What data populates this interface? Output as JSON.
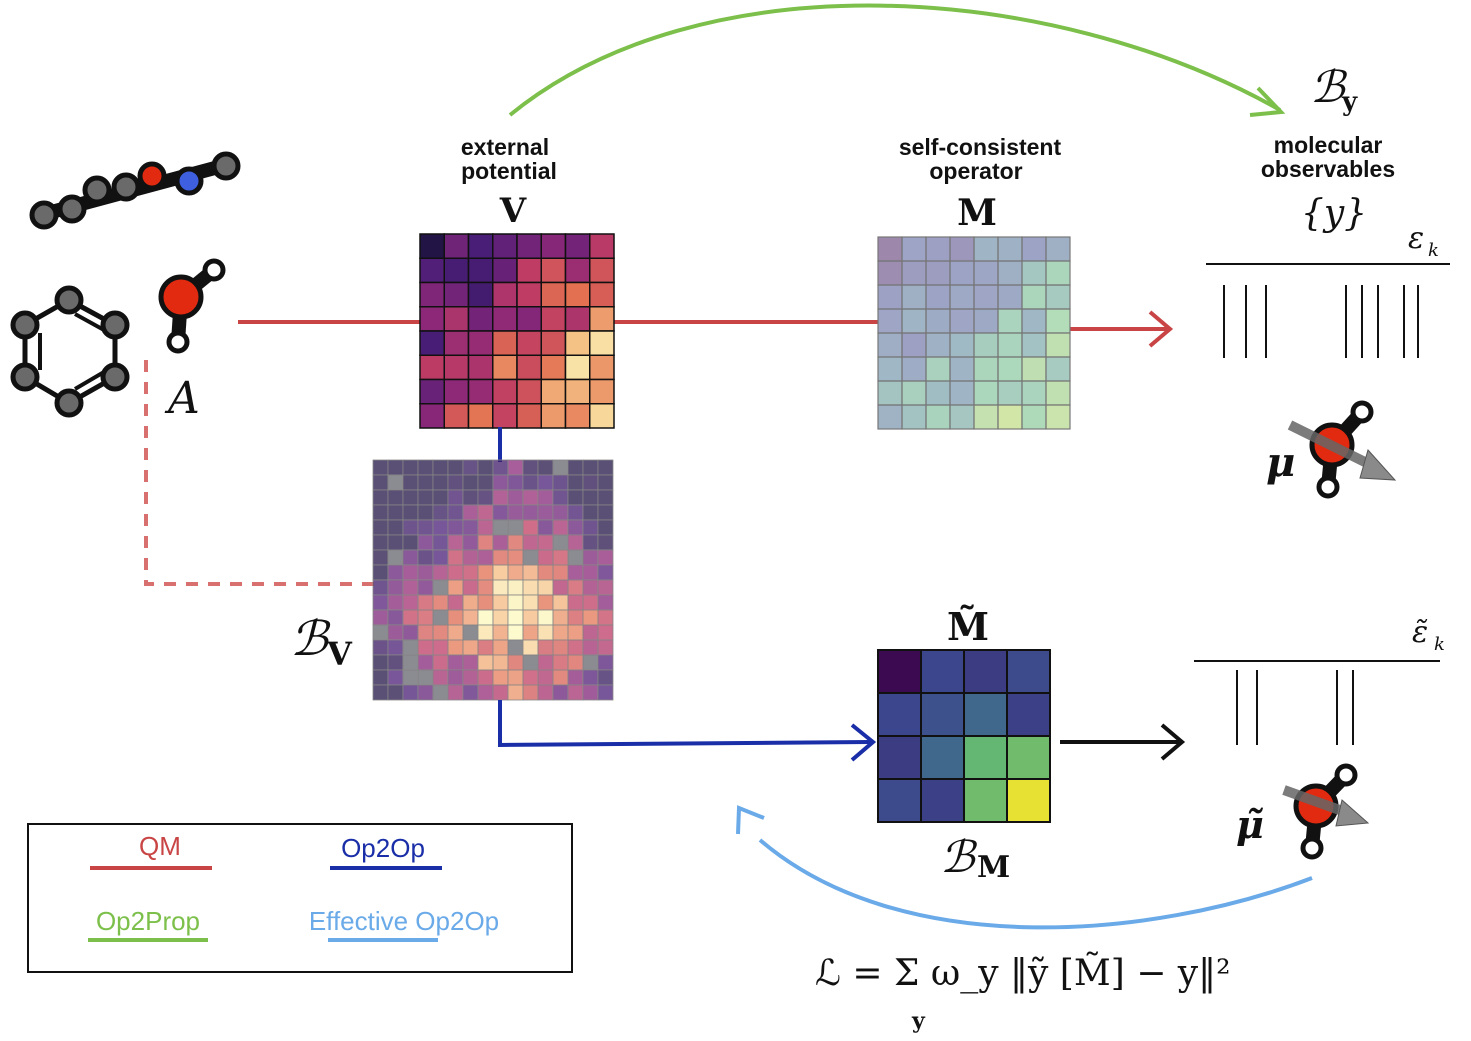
{
  "labels": {
    "external_potential_1": "external",
    "external_potential_2": "potential",
    "V": "V",
    "self_consistent_1": "self-consistent",
    "self_consistent_2": "operator",
    "M": "M",
    "molecular_obs_1": "molecular",
    "molecular_obs_2": "observables",
    "y_set": "{y}",
    "B_y": "ℬ",
    "B_y_sub": "y",
    "epsilon_k": "ε",
    "epsilon_sub": "k",
    "epsilon_tilde": "ε̃",
    "mu": "μ",
    "mu_tilde": "μ̃",
    "A": "A",
    "B_V": "ℬ",
    "B_V_sub": "V",
    "M_tilde": "M̃",
    "B_M": "ℬ",
    "B_M_sub": "M",
    "loss": "ℒ = Σ ω_y ‖ỹ [M̃] − y‖²",
    "loss_sum_index": "y"
  },
  "legend": {
    "qm": "QM",
    "op2op": "Op2Op",
    "op2prop": "Op2Prop",
    "effective_op2op": "Effective Op2Op"
  },
  "colors": {
    "qm": "#c94545",
    "op2op": "#1a2ea8",
    "op2prop": "#7cc04b",
    "effective_op2op": "#6aaae8",
    "oxygen": "#e22a10",
    "nitrogen": "#3d5fe0",
    "carbon": "#6a6a6a"
  }
}
